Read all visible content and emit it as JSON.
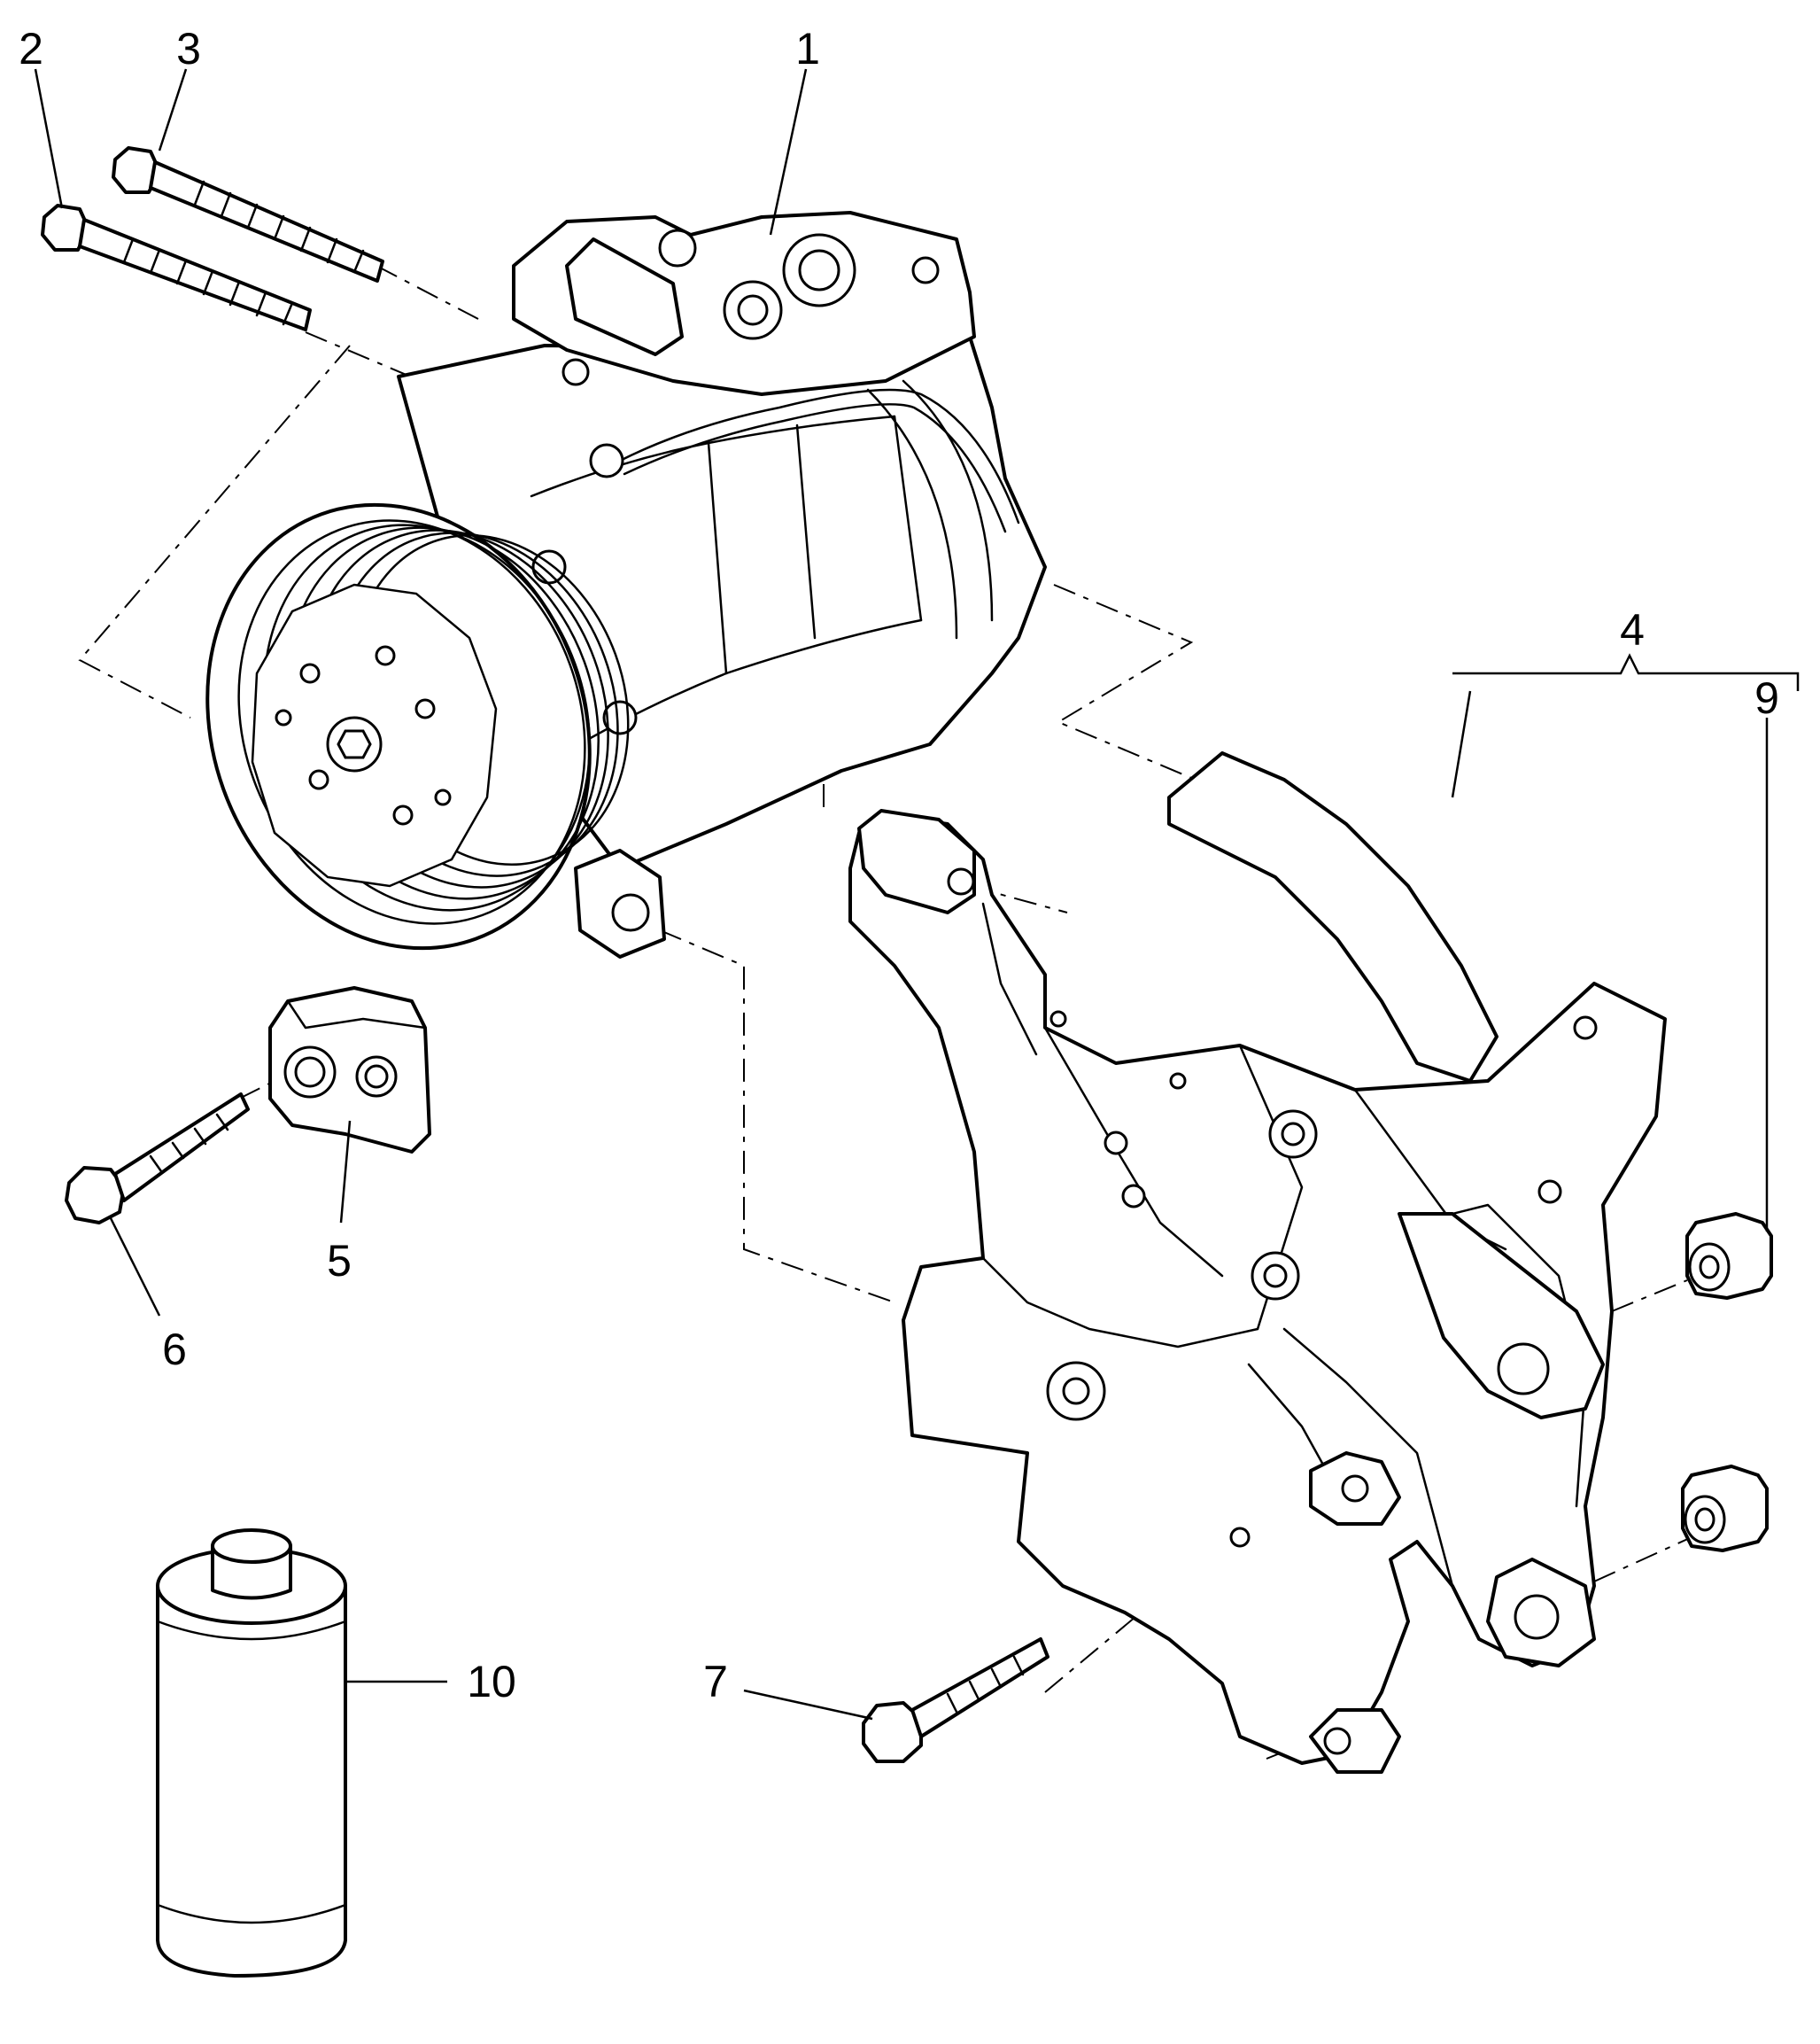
{
  "callouts": [
    {
      "id": "1",
      "label": "1"
    },
    {
      "id": "2",
      "label": "2"
    },
    {
      "id": "3",
      "label": "3"
    },
    {
      "id": "4",
      "label": "4"
    },
    {
      "id": "5",
      "label": "5"
    },
    {
      "id": "6",
      "label": "6"
    },
    {
      "id": "7",
      "label": "7"
    },
    {
      "id": "9",
      "label": "9"
    },
    {
      "id": "10",
      "label": "10"
    }
  ],
  "parts": [
    {
      "callout": "1",
      "icon": "ac-compressor-icon"
    },
    {
      "callout": "2",
      "icon": "long-bolt-icon"
    },
    {
      "callout": "3",
      "icon": "long-bolt-icon"
    },
    {
      "callout": "4",
      "icon": "mounting-bracket-icon"
    },
    {
      "callout": "5",
      "icon": "spacer-block-icon"
    },
    {
      "callout": "6",
      "icon": "bolt-icon"
    },
    {
      "callout": "7",
      "icon": "bolt-icon"
    },
    {
      "callout": "9",
      "icon": "bushing-icon"
    },
    {
      "callout": "10",
      "icon": "oil-canister-icon"
    }
  ],
  "colors": {
    "line": "#000000",
    "background": "#ffffff"
  }
}
